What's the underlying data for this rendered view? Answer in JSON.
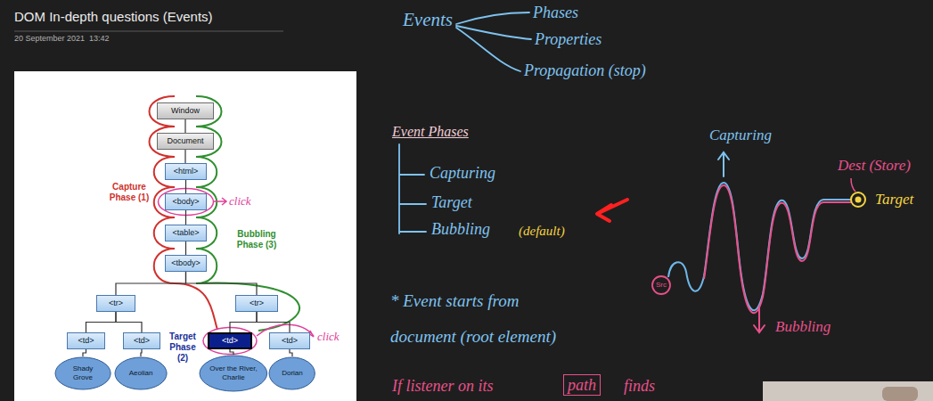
{
  "diagram": {
    "title": "DOM In-depth questions (Events)",
    "nodes": [
      {
        "text": [
          "Window"
        ]
      },
      {
        "text": [
          "Document"
        ]
      },
      {
        "text": [
          "<html>"
        ]
      },
      {
        "text": [
          "<body>"
        ]
      },
      {
        "text": [
          "<table>"
        ]
      },
      {
        "text": [
          "<tbody>"
        ]
      },
      {
        "text": [
          "<tr>"
        ]
      },
      {
        "text": [
          "<tr>"
        ]
      },
      {
        "text": [
          "<td>"
        ]
      },
      {
        "text": [
          "<td>"
        ]
      },
      {
        "text": [
          "<td>"
        ]
      },
      {
        "text": [
          "<td>"
        ]
      },
      {
        "text": [
          "Shady Grove"
        ]
      },
      {
        "text": [
          "Aeolian"
        ]
      },
      {
        "text": [
          "Over the River, Charlie"
        ]
      },
      {
        "text": [
          "Dorian"
        ]
      },
      {
        "text": [
          "Src"
        ]
      }
    ],
    "edges": [
      {
        "from": 0,
        "to": 1,
        "arrow": "none"
      },
      {
        "from": 1,
        "to": 2,
        "arrow": "none"
      },
      {
        "from": 2,
        "to": 3,
        "arrow": "none"
      },
      {
        "from": 3,
        "to": 4,
        "arrow": "none"
      },
      {
        "from": 4,
        "to": 5,
        "arrow": "none"
      },
      {
        "from": 5,
        "to": 6,
        "arrow": "none"
      },
      {
        "from": 5,
        "to": 7,
        "arrow": "none"
      },
      {
        "from": 6,
        "to": 8,
        "arrow": "none"
      },
      {
        "from": 6,
        "to": 9,
        "arrow": "none"
      },
      {
        "from": 7,
        "to": 10,
        "arrow": "none"
      },
      {
        "from": 7,
        "to": 11,
        "arrow": "none"
      },
      {
        "from": 8,
        "to": 12,
        "arrow": "none"
      },
      {
        "from": 9,
        "to": 13,
        "arrow": "none"
      },
      {
        "from": 10,
        "to": 14,
        "arrow": "none"
      },
      {
        "from": 11,
        "to": 15,
        "arrow": "none"
      }
    ],
    "labels": [
      "20 September 2021",
      "13:42",
      "Capture Phase (1)",
      "Bubbling Phase (3)",
      "Target Phase (2)",
      "click",
      "click",
      "Events",
      "Phases",
      "Properties",
      "Propagation (stop)",
      "Event Phases",
      "Capturing",
      "Target",
      "Bubbling",
      "(default)",
      "* Event starts from document (root element)",
      "Capturing",
      "Dest (Store)",
      "Target",
      "Bubbling",
      "If listener on its",
      "path",
      "finds"
    ]
  }
}
